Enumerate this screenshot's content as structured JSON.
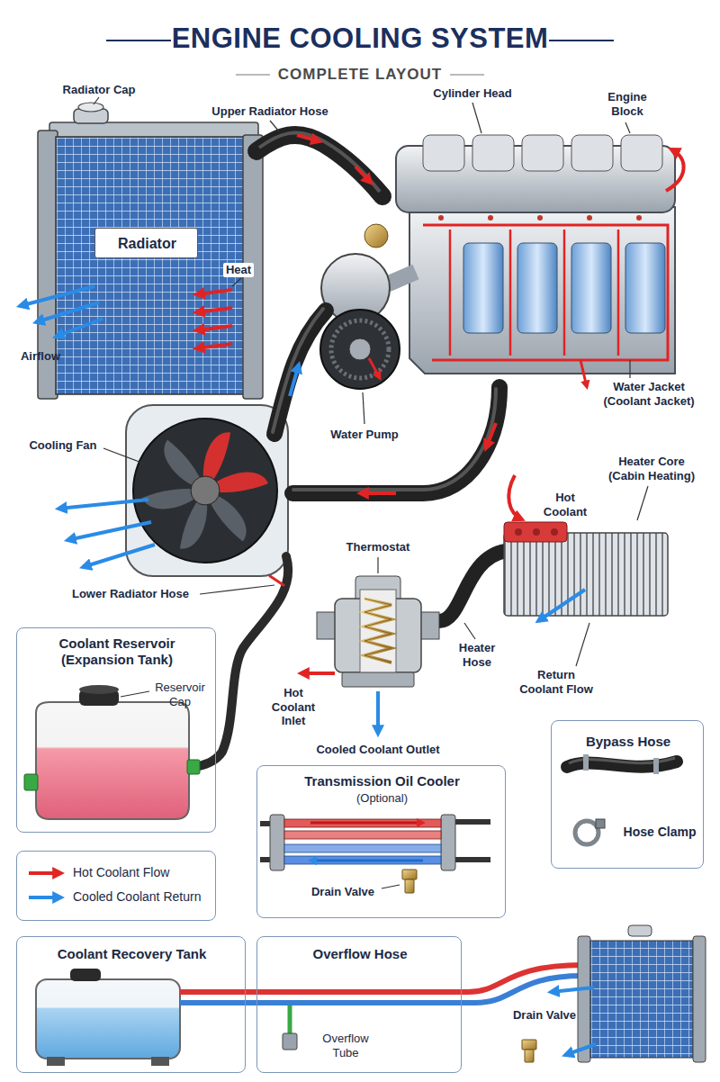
{
  "diagram": {
    "title": "ENGINE COOLING SYSTEM",
    "caption": "COMPLETE LAYOUT",
    "nodes": [
      {
        "text": [
          "Radiator"
        ]
      },
      {
        "text": [
          "Coolant Reservoir (Expansion Tank)",
          "Reservoir Cap"
        ]
      },
      {
        "text": [
          "Transmission Oil Cooler",
          "(Optional)",
          "Drain Valve"
        ]
      },
      {
        "text": [
          "Bypass Hose",
          "Hose Clamp"
        ]
      },
      {
        "text": [
          "Coolant Recovery Tank"
        ]
      },
      {
        "text": [
          "Overflow Hose",
          "Overflow Tube"
        ]
      }
    ],
    "labels": [
      "Radiator Cap",
      "Upper Radiator Hose",
      "Cylinder Head",
      "Engine Block",
      "Heat",
      "Airflow",
      "Water Pump",
      "Water Jacket (Coolant Jacket)",
      "Heater Core (Cabin Heating)",
      "Cooling Fan",
      "Hot Coolant",
      "Thermostat",
      "Lower Radiator Hose",
      "Heater Hose",
      "Hot Coolant Inlet",
      "Return Coolant Flow",
      "Cooled Coolant Outlet",
      "Drain Valve"
    ],
    "legend": [
      {
        "text": "Hot Coolant Flow"
      },
      {
        "text": "Cooled Coolant Return"
      }
    ]
  }
}
